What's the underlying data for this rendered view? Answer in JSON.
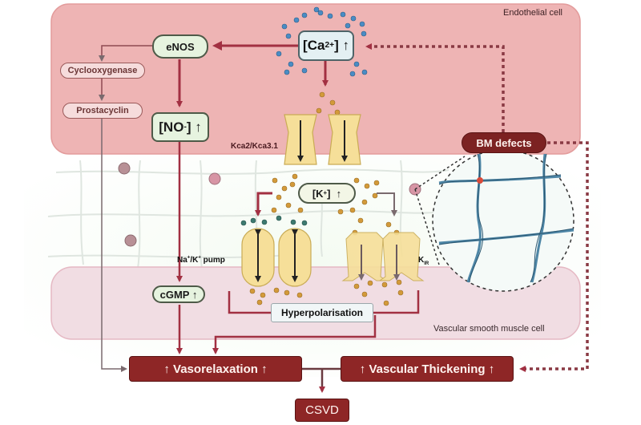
{
  "compartments": {
    "endothelial": "Endothelial cell",
    "smooth_muscle": "Vascular smooth muscle cell"
  },
  "nodes": {
    "enos": "eNOS",
    "ca": {
      "base": "[Ca",
      "sup": "2+",
      "tail": "] ↑"
    },
    "cyclooxygenase": "Cyclooxygenase",
    "prostacyclin": "Prostacyclin",
    "no": {
      "base": "[NO",
      "sup": "-",
      "tail": "] ↑"
    },
    "kca": "Kca2/Kca3.1",
    "k": {
      "base": "[K",
      "sup": "+",
      "tail": "]  ↑"
    },
    "bm_defects": "BM defects",
    "na_k_pump": {
      "a": "Na",
      "a_sup": "+",
      "b": "/K",
      "b_sup": "+",
      "c": " pump"
    },
    "kir": {
      "base": "K",
      "sub": "IR"
    },
    "cgmp": "cGMP ↑",
    "hyperpolarisation": "Hyperpolarisation",
    "vasorelaxation": "↑ Vasorelaxation ↑",
    "vascular_thickening": "↑ Vascular Thickening ↑",
    "csvd": "CSVD"
  },
  "colors": {
    "endothelial_fill": "#eeb4b4",
    "smooth_muscle_fill": "#f1dde3",
    "outcome_box": "#8e2626",
    "arrow_red": "#a23042",
    "arrow_grey": "#7a6a6e",
    "calcium_ion": "#4a8cc4",
    "potassium_ion": "#d39a3a",
    "channel_fill": "#f6df99"
  }
}
